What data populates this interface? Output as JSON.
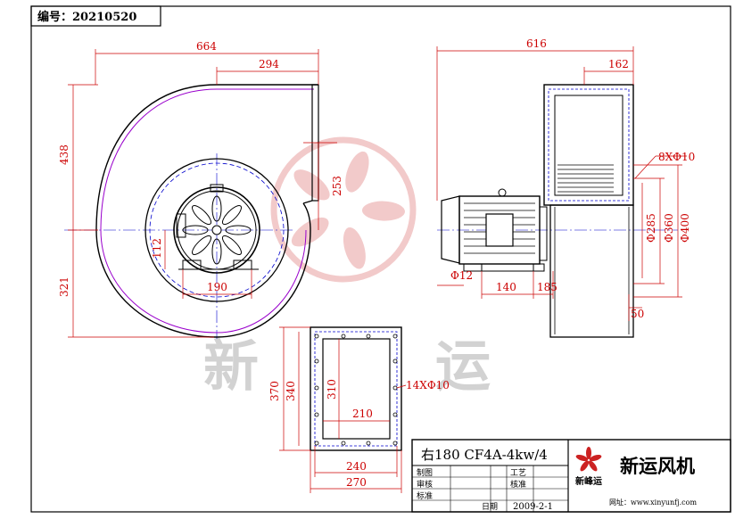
{
  "drawing_number": "编号：20210520",
  "dimensions": {
    "overall_width": "664",
    "outlet_width": "294",
    "height_upper": "438",
    "height_lower": "321",
    "outlet_offset": "253",
    "base_height": "112",
    "base_width": "190",
    "side_overall": "616",
    "side_flange": "162",
    "bolt_holes": "8XΦ10",
    "d285": "Φ285",
    "d360": "Φ360",
    "d400": "Φ400",
    "shaft_hole": "Φ12",
    "base_140": "140",
    "base_185": "185",
    "dim_50": "50",
    "flange_outer_h": "370",
    "flange_mid_h": "340",
    "flange_inner_h": "310",
    "flange_holes": "14XΦ10",
    "flange_inner_w": "210",
    "flange_mid_w": "240",
    "flange_outer_w": "270"
  },
  "watermark": {
    "left_char": "新",
    "right_char": "运"
  },
  "title_block": {
    "model": "右180  CF4A-4kw/4",
    "company_name": "新运风机",
    "logo_text": "新峰运",
    "website": "网址：www.xinyunfj.com",
    "label_draw": "制图",
    "label_process": "工艺",
    "label_review": "审核",
    "label_check": "核准",
    "label_stds": "标准",
    "label_date": "日期",
    "date": "2009-2-1"
  },
  "colors": {
    "dimension": "#cc0000",
    "outline": "#000000",
    "centerline": "#0000cc",
    "inner_line": "#9900cc",
    "watermark_red": "#e8a0a0",
    "watermark_gray": "#b0b0b0"
  }
}
